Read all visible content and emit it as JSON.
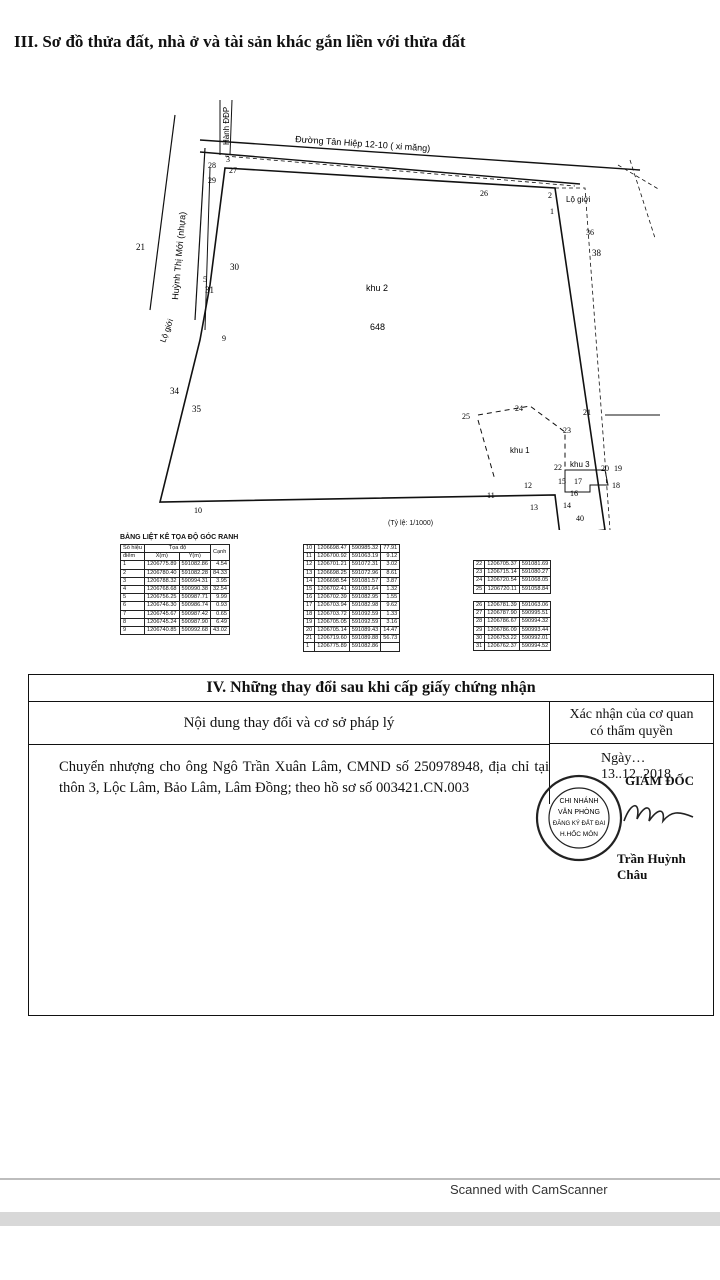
{
  "section3": {
    "title": "III. Sơ đồ thửa đất, nhà ở và tài sản khác gắn liền với thửa đất"
  },
  "map": {
    "road_top": "Đường Tân Hiệp 12-10 ( xi măng)",
    "road_left": "Huỳnh Thị Mới (nhựa)",
    "road_left_short": "Hành ĐĐP",
    "lo_gioi_right": "Lộ giới",
    "lo_gioi_left": "Lộ giới",
    "zone2": "khu 2",
    "zone2_area": "648",
    "zone1": "khu 1",
    "zone3": "khu 3",
    "parcel_neighbors": [
      "21",
      "34",
      "35",
      "30",
      "31",
      "38",
      "36",
      "26",
      "40"
    ],
    "point_labels": [
      "1",
      "2",
      "3",
      "5",
      "9",
      "10",
      "11",
      "12",
      "13",
      "14",
      "15",
      "16",
      "17",
      "18",
      "19",
      "20",
      "21",
      "22",
      "23",
      "24",
      "25",
      "27",
      "28",
      "29"
    ]
  },
  "scale": "(Tỷ lệ: 1/1000)",
  "coord_table": {
    "title": "BẢNG LIỆT KÊ TỌA ĐỘ GÓC RANH",
    "header1": {
      "point": "Số hiệu",
      "coord": "Tọa độ",
      "edge": "Cạnh"
    },
    "header2": {
      "point": "điểm",
      "x": "X(m)",
      "y": "Y(m)"
    },
    "block1": [
      [
        "1",
        "1206775.89",
        "591082.86",
        "4.54"
      ],
      [
        "2",
        "1206780.40",
        "591082.28",
        "84.33"
      ],
      [
        "3",
        "1206788.32",
        "590994.31",
        "3.95"
      ],
      [
        "4",
        "1206768.68",
        "590990.38",
        "32.54"
      ],
      [
        "5",
        "1206756.25",
        "590987.71",
        "9.99"
      ],
      [
        "6",
        "1206746.30",
        "590986.74",
        "0.93"
      ],
      [
        "7",
        "1206745.67",
        "590987.42",
        "0.65"
      ],
      [
        "8",
        "1206745.24",
        "590987.90",
        "6.49"
      ],
      [
        "9",
        "1206740.85",
        "590992.68",
        "43.02"
      ]
    ],
    "block2": [
      [
        "10",
        "1206698.47",
        "590985.32",
        "77.91"
      ],
      [
        "11",
        "1206700.92",
        "591063.19",
        "9.12"
      ],
      [
        "12",
        "1206701.21",
        "591072.31",
        "3.02"
      ],
      [
        "13",
        "1206698.25",
        "591072.96",
        "8.61"
      ],
      [
        "14",
        "1206698.54",
        "591081.57",
        "3.87"
      ],
      [
        "15",
        "1206702.41",
        "591081.64",
        "1.32"
      ],
      [
        "16",
        "1206702.39",
        "591082.95",
        "1.55"
      ],
      [
        "17",
        "1206703.94",
        "591082.98",
        "9.62"
      ],
      [
        "18",
        "1206703.72",
        "591092.59",
        "1.33"
      ],
      [
        "19",
        "1206705.05",
        "591092.59",
        "3.16"
      ],
      [
        "20",
        "1206705.14",
        "591089.43",
        "14.47"
      ],
      [
        "21",
        "1206719.60",
        "591089.88",
        "56.73"
      ],
      [
        "1",
        "1206775.89",
        "591082.86",
        ""
      ]
    ],
    "block3": [
      [
        "22",
        "1206705.37",
        "591081.69"
      ],
      [
        "23",
        "1206715.14",
        "591080.27"
      ],
      [
        "24",
        "1206720.54",
        "591068.05"
      ],
      [
        "25",
        "1206720.11",
        "591058.84"
      ]
    ],
    "block4": [
      [
        "26",
        "1206781.39",
        "591063.06"
      ],
      [
        "27",
        "1206787.90",
        "590995.51"
      ],
      [
        "28",
        "1206786.67",
        "590994.32"
      ],
      [
        "29",
        "1206786.09",
        "590993.44"
      ],
      [
        "30",
        "1206753.22",
        "590992.01"
      ],
      [
        "31",
        "1206762.37",
        "590994.52"
      ]
    ]
  },
  "section4": {
    "title": "IV. Những thay đổi sau khi cấp giấy chứng nhận",
    "col_left": "Nội dung thay đổi và cơ sở pháp lý",
    "col_right_l1": "Xác nhận của cơ quan",
    "col_right_l2": "có thẩm quyền",
    "content": "Chuyển nhượng cho ông Ngô Trần Xuân Lâm, CMND số 250978948, địa chỉ tại thôn 3, Lộc Lâm, Bảo Lâm, Lâm Đồng; theo hồ sơ số 003421.CN.003",
    "date": "Ngày…13..12..2018",
    "position": "GIÁM ĐỐC",
    "signer": "Trần Huỳnh Châu",
    "stamp_lines": [
      "CHI NHÁNH",
      "VĂN PHÒNG",
      "ĐĂNG KÝ ĐẤT ĐAI",
      "H.HỐC MÔN"
    ]
  },
  "footer": {
    "scanner": "Scanned with CamScanner"
  }
}
